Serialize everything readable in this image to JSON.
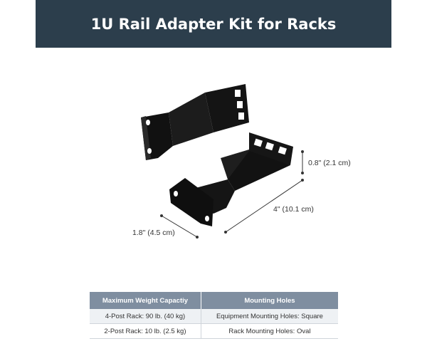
{
  "banner": {
    "title": "1U Rail Adapter Kit for Racks"
  },
  "dimensions": {
    "height_label": "0.8\" (2.1 cm)",
    "length_label": "4\" (10.1 cm)",
    "width_label": "1.8\" (4.5 cm)"
  },
  "spec_table": {
    "headers": [
      "Maximum Weight Capactiy",
      "Mounting Holes"
    ],
    "rows": [
      [
        "4-Post Rack: 90 lb. (40 kg)",
        "Equipment Mounting Holes: Square"
      ],
      [
        "2-Post Rack: 10 lb. (2.5 kg)",
        "Rack Mounting Holes: Oval"
      ]
    ]
  }
}
